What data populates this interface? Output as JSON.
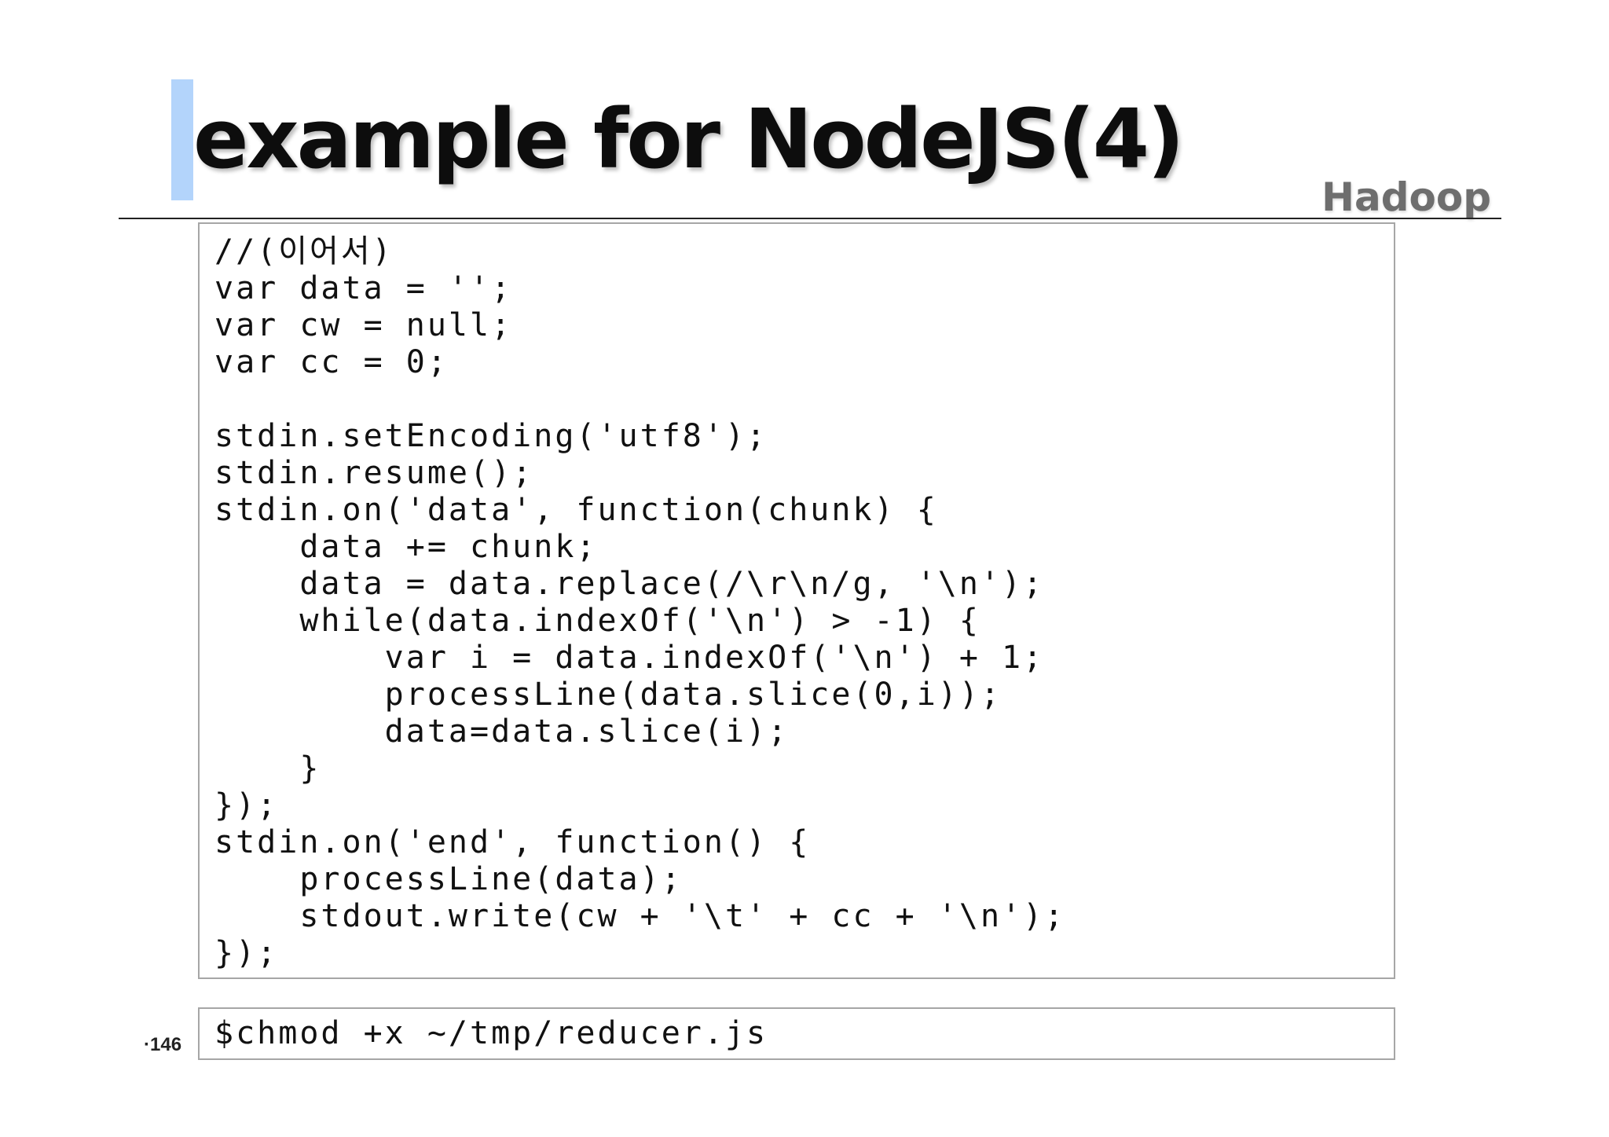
{
  "slide": {
    "title": "example for NodeJS(4)",
    "subtitle": "Hadoop",
    "page_number": "·146",
    "accent_color": "#b3d4fb"
  },
  "code": {
    "lines": [
      "//(이어서)",
      "var data = '';",
      "var cw = null;",
      "var cc = 0;",
      "",
      "stdin.setEncoding('utf8');",
      "stdin.resume();",
      "stdin.on('data', function(chunk) {",
      "    data += chunk;",
      "    data = data.replace(/\\r\\n/g, '\\n');",
      "    while(data.indexOf('\\n') > -1) {",
      "        var i = data.indexOf('\\n') + 1;",
      "        processLine(data.slice(0,i));",
      "        data=data.slice(i);",
      "    }",
      "});",
      "stdin.on('end', function() {",
      "    processLine(data);",
      "    stdout.write(cw + '\\t' + cc + '\\n');",
      "});"
    ]
  },
  "command": {
    "text": "$chmod +x ~/tmp/reducer.js"
  }
}
